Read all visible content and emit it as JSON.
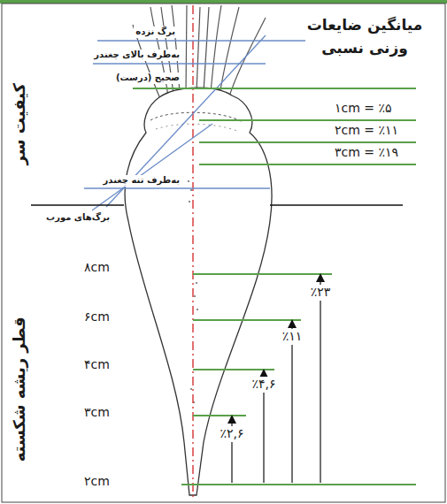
{
  "diagram": {
    "title": "میانگین ضایعات وزنی نسبی",
    "labels": [
      "کیفیت سر",
      "برگ نزده",
      "به‌طرف بالای چغندر",
      "صحیح (درست)",
      "به‌طرف تنه چغندر",
      "برگ‌های مورب",
      "۱cm = ٪۵",
      "۲cm = ٪۱۱",
      "۳cm = ٪۱۹",
      "قطر ریشه شکسته",
      "۸cm",
      "۶cm",
      "۴cm",
      "۳cm",
      "۲cm",
      "٪۲۳",
      "٪۱۱",
      "٪۴,۶",
      "٪۲,۶"
    ]
  }
}
